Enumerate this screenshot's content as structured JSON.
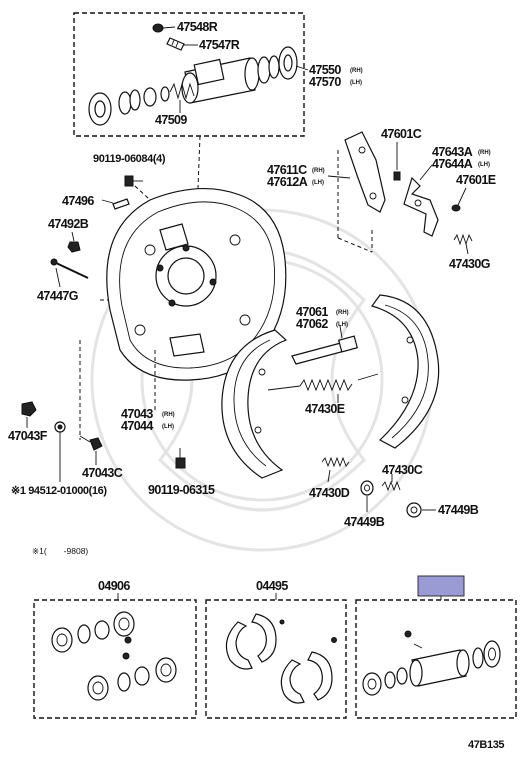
{
  "labels": {
    "p47548R": "47548R",
    "p47547R": "47547R",
    "p47550": "47550",
    "p47550_sfx": "(RH)",
    "p47570": "47570",
    "p47570_sfx": "(LH)",
    "p47509": "47509",
    "p90119_06084": "90119-06084(4)",
    "p47496": "47496",
    "p47492B": "47492B",
    "p47447G": "47447G",
    "p47601C": "47601C",
    "p47611C": "47611C",
    "p47611C_sfx": "(RH)",
    "p47612A": "47612A",
    "p47612A_sfx": "(LH)",
    "p47643A": "47643A",
    "p47643A_sfx": "(RH)",
    "p47644A": "47644A",
    "p47644A_sfx": "(LH)",
    "p47601E": "47601E",
    "p47430G": "47430G",
    "p47061": "47061",
    "p47061_sfx": "(RH)",
    "p47062": "47062",
    "p47062_sfx": "(LH)",
    "p47430E": "47430E",
    "p47043": "47043",
    "p47043_sfx": "(RH)",
    "p47044": "47044",
    "p47044_sfx": "(LH)",
    "p47043F": "47043F",
    "p47043C": "47043C",
    "p94512": "※1 94512-01000(16)",
    "p90119_06315": "90119-06315",
    "p47430D": "47430D",
    "p47430C": "47430C",
    "p47449B_a": "47449B",
    "p47449B_b": "47449B",
    "note": "※1(　　-9808)",
    "kit_04906": "04906",
    "kit_04495": "04495",
    "ref": "47B135"
  },
  "colors": {
    "highlight": "#9a9ad4",
    "line": "#111111",
    "watermark": "#e4e4e4"
  }
}
